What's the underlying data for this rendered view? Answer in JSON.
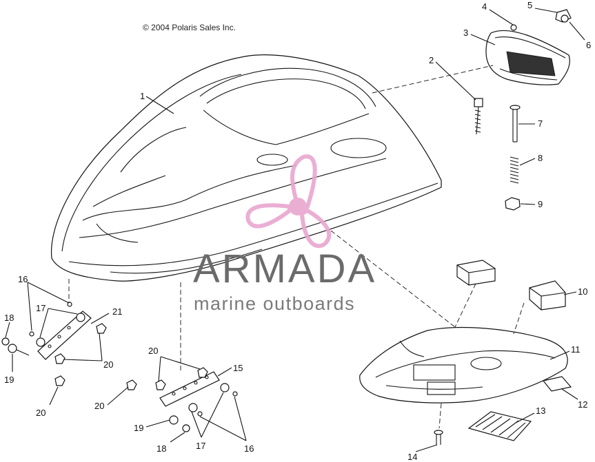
{
  "copyright": "© 2004 Polaris Sales Inc.",
  "watermark": {
    "brand": "ARMADA",
    "tagline": "marine outboards",
    "logo_color": "#e9a6cf",
    "brand_color": "#6b6b6b"
  },
  "callouts": {
    "c1": "1",
    "c2": "2",
    "c3": "3",
    "c4": "4",
    "c5": "5",
    "c6": "6",
    "c7": "7",
    "c8": "8",
    "c9": "9",
    "c10": "10",
    "c11": "11",
    "c12": "12",
    "c13": "13",
    "c14": "14",
    "c15": "15",
    "c16a": "16",
    "c16b": "16",
    "c17a": "17",
    "c17b": "17",
    "c18a": "18",
    "c18b": "18",
    "c19a": "19",
    "c19b": "19",
    "c20a": "20",
    "c20b": "20",
    "c20c": "20",
    "c20d": "20",
    "c21": "21"
  }
}
